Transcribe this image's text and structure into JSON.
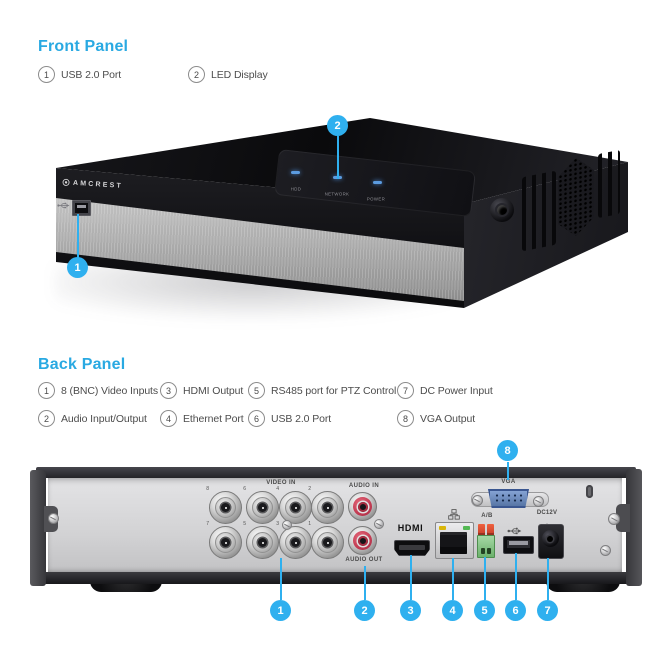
{
  "front": {
    "title": "Front Panel",
    "legend": [
      {
        "num": "1",
        "label": "USB 2.0 Port"
      },
      {
        "num": "2",
        "label": "LED Display"
      }
    ],
    "device": {
      "brand": "AMCREST",
      "led_labels": [
        "HDD",
        "NETWORK",
        "POWER"
      ]
    },
    "markers": [
      "1",
      "2"
    ]
  },
  "back": {
    "title": "Back Panel",
    "legend": [
      {
        "num": "1",
        "label": "8 (BNC) Video Inputs"
      },
      {
        "num": "2",
        "label": "Audio Input/Output"
      },
      {
        "num": "3",
        "label": "HDMI Output"
      },
      {
        "num": "4",
        "label": "Ethernet Port"
      },
      {
        "num": "5",
        "label": "RS485 port for PTZ Control"
      },
      {
        "num": "6",
        "label": "USB 2.0 Port"
      },
      {
        "num": "7",
        "label": "DC Power Input"
      },
      {
        "num": "8",
        "label": "VGA Output"
      }
    ],
    "device": {
      "video_in_label": "VIDEO IN",
      "bnc_numbers": [
        "8",
        "6",
        "4",
        "2",
        "7",
        "5",
        "3",
        "1"
      ],
      "audio_in_label": "AUDIO IN",
      "audio_out_label": "AUDIO OUT",
      "hdmi_label": "HDMI",
      "ab_label": "A/B",
      "dc_label": "DC12V",
      "vga_label": "VGA"
    },
    "markers": [
      "1",
      "2",
      "3",
      "4",
      "5",
      "6",
      "7",
      "8"
    ]
  },
  "colors": {
    "accent": "#29A9E2",
    "marker": "#2FB0EF",
    "led_on": "#5B9BE0"
  }
}
